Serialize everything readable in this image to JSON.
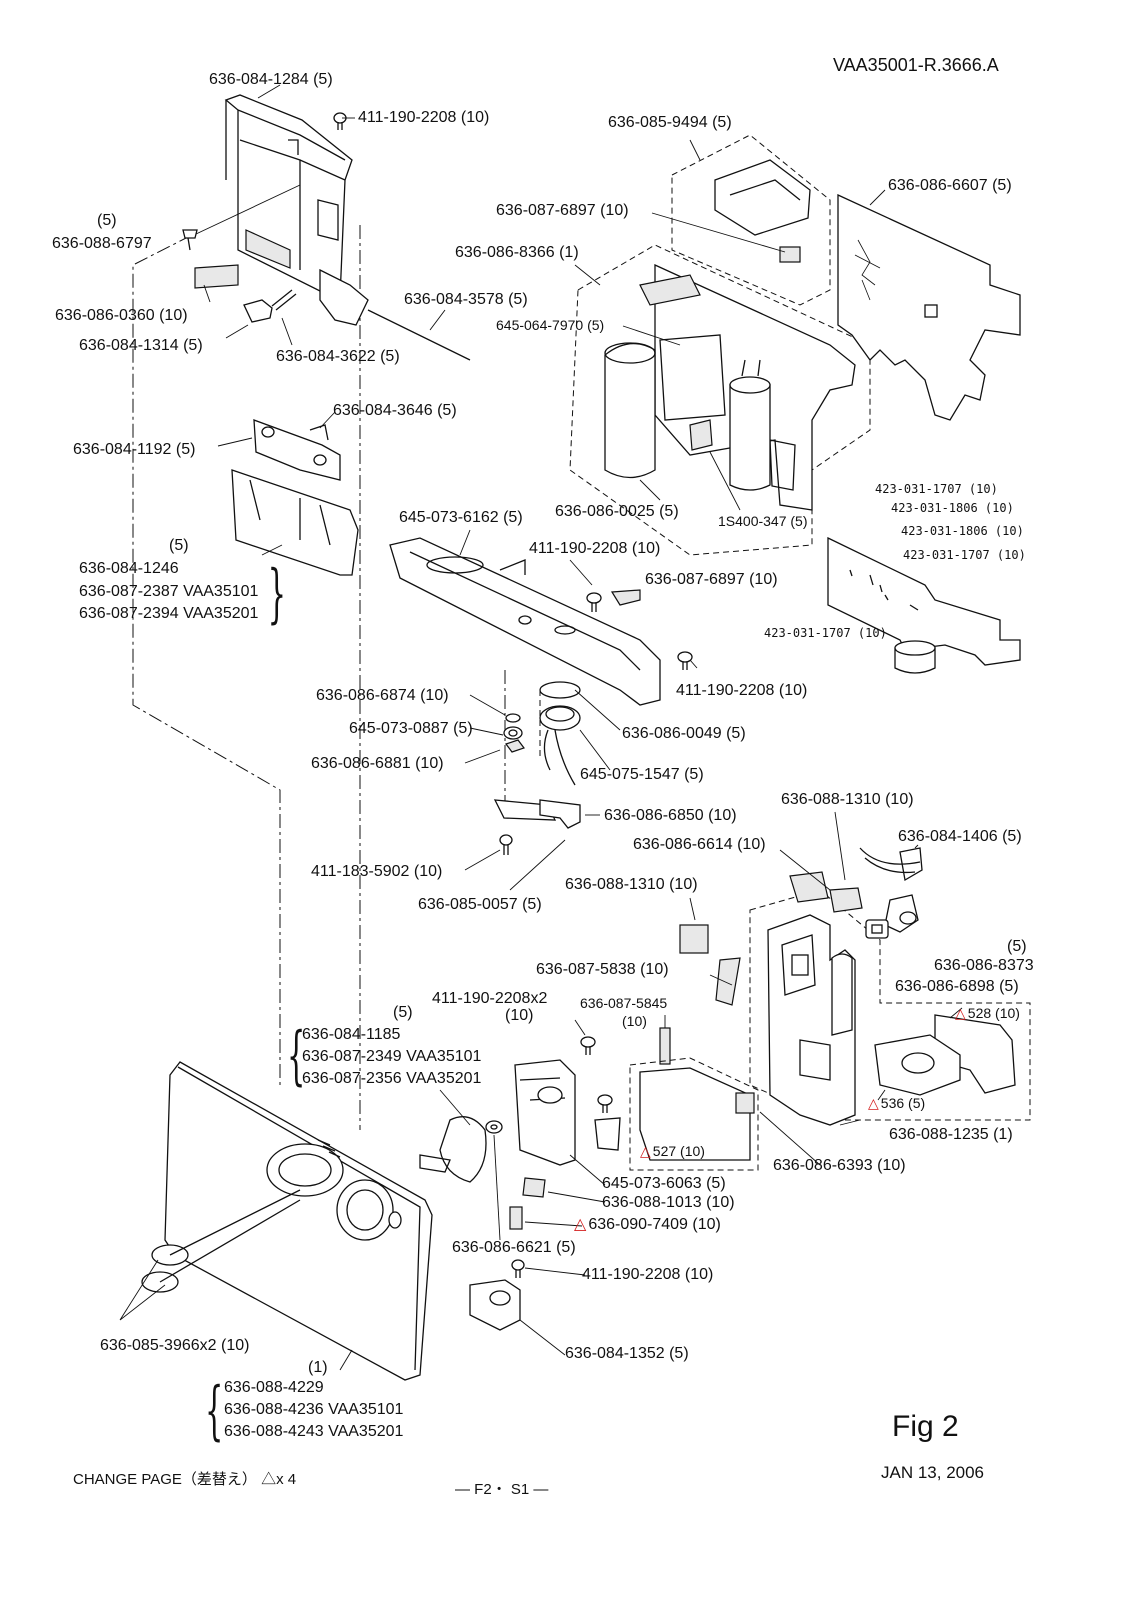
{
  "header": {
    "doc_code": "VAA35001-R.3666.A"
  },
  "figure": {
    "label": "Fig 2",
    "date": "JAN 13, 2006",
    "page_marker": "— F2・ S1 —"
  },
  "footer": {
    "change_page": "CHANGE PAGE（差替え）",
    "change_count": "△x 4"
  },
  "labels": [
    "636-084-1284 (5)",
    "411-190-2208 (10)",
    "(5)",
    "636-088-6797",
    "636-086-0360 (10)",
    "636-084-1314 (5)",
    "636-084-3622 (5)",
    "636-084-3578 (5)",
    "636-084-3646 (5)",
    "636-084-1192 (5)",
    "636-085-9494 (5)",
    "636-087-6897 (10)",
    "636-086-8366 (1)",
    "645-064-7970 (5)",
    "636-086-6607 (5)",
    "636-086-0025 (5)",
    "1S400-347 (5)",
    "645-073-6162 (5)",
    "411-190-2208 (10)",
    "636-087-6897 (10)",
    "411-190-2208 (10)",
    "636-086-6874 (10)",
    "645-073-0887 (5)",
    "636-086-0049 (5)",
    "636-086-6881 (10)",
    "645-075-1547 (5)",
    "636-086-6850 (10)",
    "411-183-5902 (10)",
    "636-085-0057 (5)",
    "636-088-1310 (10)",
    "636-084-1406 (5)",
    "636-086-6614 (10)",
    "636-088-1310 (10)",
    "(5)",
    "636-086-8373",
    "636-086-6898 (5)",
    "636-087-5838 (10)",
    "411-190-2208x2",
    "(10)",
    "636-087-5845",
    "(10)",
    "528 (10)",
    "536 (5)",
    "636-088-1235 (1)",
    "527 (10)",
    "636-086-6393 (10)",
    "645-073-6063 (5)",
    "636-088-1013 (10)",
    "636-090-7409 (10)",
    "636-086-6621 (5)",
    "411-190-2208 (10)",
    "636-085-3966x2 (10)",
    "636-084-1352 (5)",
    "(1)"
  ],
  "mono_labels": [
    "423-031-1707 (10)",
    "423-031-1806 (10)",
    "423-031-1806 (10)",
    "423-031-1707 (10)",
    "423-031-1707 (10)"
  ],
  "groups": {
    "g1": {
      "qty": "(5)",
      "lines": [
        "636-084-1246",
        "636-087-2387 VAA35101",
        "636-087-2394 VAA35201"
      ]
    },
    "g2": {
      "qty": "(5)",
      "lines": [
        "636-084-1185",
        "636-087-2349 VAA35101",
        "636-087-2356 VAA35201"
      ]
    },
    "g3": {
      "lines": [
        "636-088-4229",
        "636-088-4236 VAA35101",
        "636-088-4243 VAA35201"
      ]
    }
  },
  "colors": {
    "ink": "#111111",
    "change_mark": "#d42020"
  }
}
